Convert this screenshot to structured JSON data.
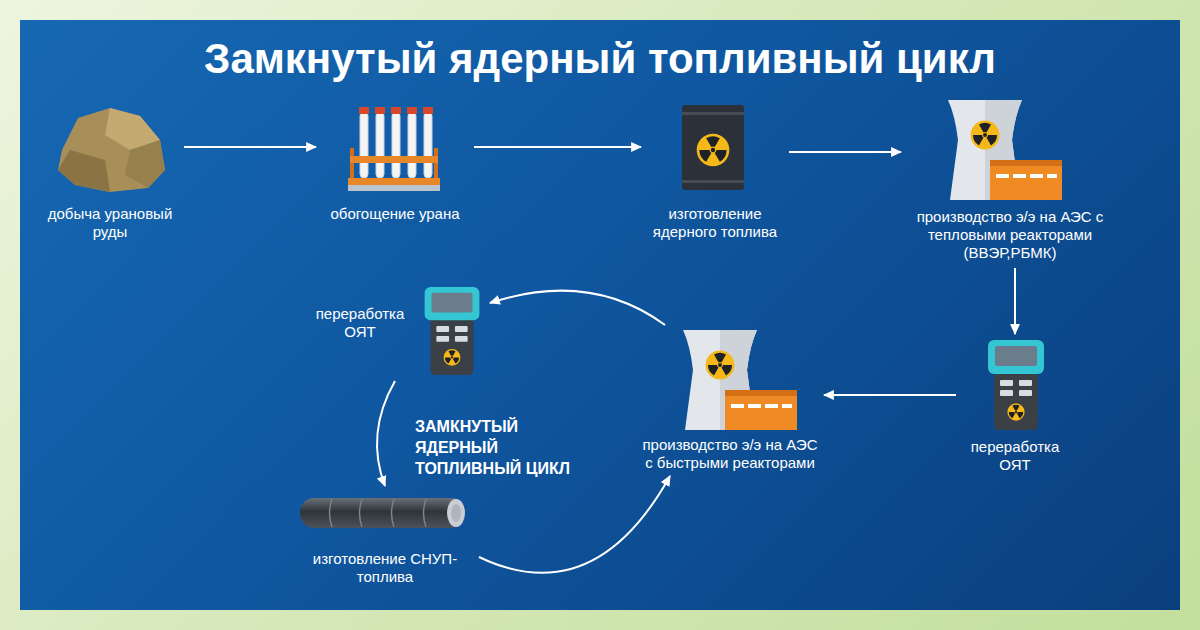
{
  "diagram": {
    "title": "Замкнутый ядерный топливный цикл",
    "nodes": [
      {
        "text": [
          "добыча урановый руды"
        ]
      },
      {
        "text": [
          "обогощение урана"
        ]
      },
      {
        "text": [
          "изготовление ядерного топлива"
        ]
      },
      {
        "text": [
          "производство э/э на АЭС с тепловыми реакторами (ВВЭР,РБМК)"
        ]
      },
      {
        "text": [
          "переработка ОЯТ"
        ]
      },
      {
        "text": [
          "производство э/э на АЭС с быстрыми реакторами"
        ]
      },
      {
        "text": [
          "переработка ОЯТ"
        ]
      },
      {
        "text": [
          "изготовление СНУП-топлива"
        ]
      }
    ],
    "edges": [
      {
        "from": 0,
        "to": 1,
        "arrow": "to"
      },
      {
        "from": 1,
        "to": 2,
        "arrow": "to"
      },
      {
        "from": 2,
        "to": 3,
        "arrow": "to"
      },
      {
        "from": 3,
        "to": 4,
        "arrow": "to"
      },
      {
        "from": 4,
        "to": 5,
        "arrow": "to"
      },
      {
        "from": 5,
        "to": 6,
        "arrow": "to"
      },
      {
        "from": 6,
        "to": 7,
        "arrow": "to"
      },
      {
        "from": 7,
        "to": 5,
        "arrow": "to"
      }
    ],
    "labels": [
      "ЗАМКНУТЫЙ ЯДЕРНЫЙ ТОПЛИВНЫЙ ЦИКЛ"
    ]
  }
}
